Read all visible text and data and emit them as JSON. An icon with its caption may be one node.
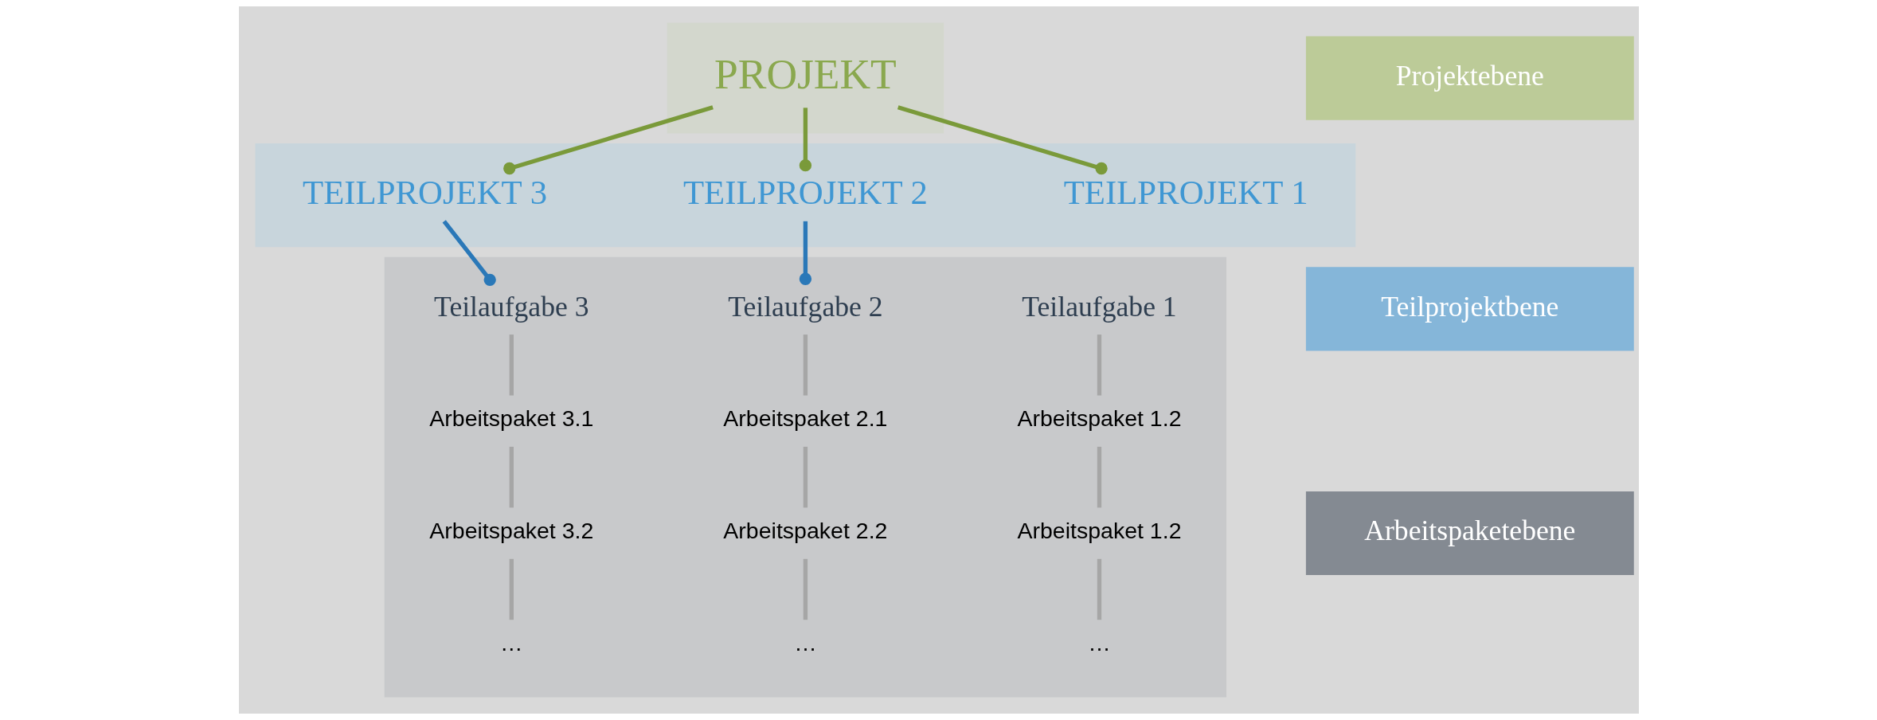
{
  "diagram": {
    "nodes": [
      {
        "text": [],
        "shape": "bar"
      },
      {
        "text": [
          "PROJEKT"
        ],
        "in": 0
      },
      {
        "text": [
          "Projektebene"
        ]
      },
      {
        "text": [],
        "shape": "bar"
      },
      {
        "text": [
          "TEILPROJEKT 1"
        ],
        "in": 3
      },
      {
        "text": [
          "TEILPROJEKT 2"
        ],
        "in": 3
      },
      {
        "text": [
          "TEILPROJEKT 3"
        ],
        "in": 3
      },
      {
        "text": [
          "Teilprojektbene"
        ]
      },
      {
        "text": [],
        "shape": "bar"
      },
      {
        "text": [
          "Teilaufgabe 1"
        ],
        "in": 8
      },
      {
        "text": [
          "Arbeitspaket 1.2"
        ],
        "in": 8
      },
      {
        "text": [
          "Arbeitspaket 1.2"
        ],
        "in": 8
      },
      {
        "text": [
          "…"
        ],
        "in": 8
      },
      {
        "text": [
          "Teilaufgabe 2"
        ],
        "in": 8
      },
      {
        "text": [
          "Arbeitspaket 2.1"
        ],
        "in": 8
      },
      {
        "text": [
          "Arbeitspaket 2.2"
        ],
        "in": 8
      },
      {
        "text": [
          "…"
        ],
        "in": 8
      },
      {
        "text": [
          "Teilaufgabe 3"
        ],
        "in": 8
      },
      {
        "text": [
          "Arbeitspaket 3.1"
        ],
        "in": 8
      },
      {
        "text": [
          "Arbeitspaket 3.2"
        ],
        "in": 8
      },
      {
        "text": [
          "…"
        ],
        "in": 8
      },
      {
        "text": [
          "Arbeitspaketebene"
        ]
      }
    ],
    "edges": [
      {
        "from": 1,
        "to": 4,
        "arrow": "other",
        "color": "#7a9a3a"
      },
      {
        "from": 1,
        "to": 5,
        "arrow": "other",
        "color": "#7a9a3a"
      },
      {
        "from": 1,
        "to": 6,
        "arrow": "other",
        "color": "#7a9a3a"
      },
      {
        "from": 5,
        "to": 13,
        "arrow": "other",
        "color": "#2a78b8"
      },
      {
        "from": 6,
        "to": 17,
        "arrow": "other",
        "color": "#2a78b8"
      },
      {
        "from": 9,
        "to": 10,
        "arrow": "none"
      },
      {
        "from": 10,
        "to": 11,
        "arrow": "none"
      },
      {
        "from": 11,
        "to": 12,
        "arrow": "none"
      },
      {
        "from": 13,
        "to": 14,
        "arrow": "none"
      },
      {
        "from": 14,
        "to": 15,
        "arrow": "none"
      },
      {
        "from": 15,
        "to": 16,
        "arrow": "none"
      },
      {
        "from": 17,
        "to": 18,
        "arrow": "none"
      },
      {
        "from": 18,
        "to": 19,
        "arrow": "none"
      },
      {
        "from": 19,
        "to": 20,
        "arrow": "none"
      }
    ]
  }
}
